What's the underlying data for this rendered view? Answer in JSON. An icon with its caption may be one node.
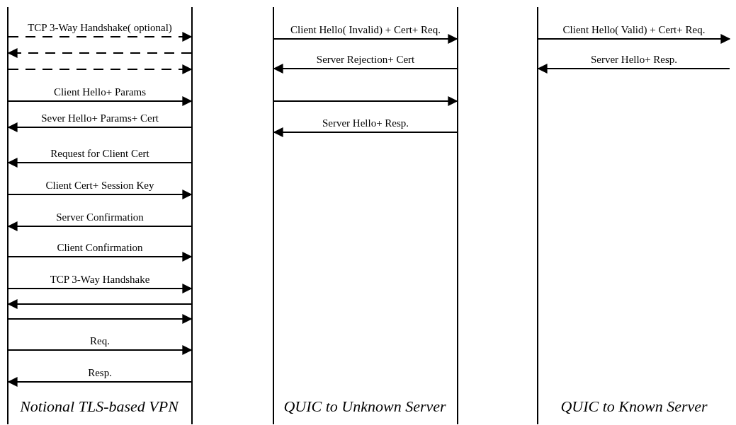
{
  "diagram": {
    "nodes": [
      {
        "text": [],
        "shape": "bar"
      },
      {
        "text": [],
        "shape": "bar"
      },
      {
        "text": [],
        "shape": "bar"
      },
      {
        "text": [],
        "shape": "bar"
      },
      {
        "text": [],
        "shape": "bar"
      }
    ],
    "edges": [
      {
        "from": 0,
        "to": 1,
        "arrow": "to",
        "label": "TCP 3-Way Handshake( optional)",
        "style": "dashed"
      },
      {
        "from": 1,
        "to": 0,
        "arrow": "to",
        "style": "dashed"
      },
      {
        "from": 0,
        "to": 1,
        "arrow": "to",
        "style": "dashed"
      },
      {
        "from": 0,
        "to": 1,
        "arrow": "to",
        "label": "Client Hello+  Params"
      },
      {
        "from": 1,
        "to": 0,
        "arrow": "to",
        "label": "Sever Hello+ Params+  Cert"
      },
      {
        "from": 1,
        "to": 0,
        "arrow": "to",
        "label": "Request for Client Cert"
      },
      {
        "from": 0,
        "to": 1,
        "arrow": "to",
        "label": "Client Cert+   Session Key"
      },
      {
        "from": 1,
        "to": 0,
        "arrow": "to",
        "label": "Server Confirmation"
      },
      {
        "from": 0,
        "to": 1,
        "arrow": "to",
        "label": "Client Confirmation"
      },
      {
        "from": 0,
        "to": 1,
        "arrow": "to",
        "label": "TCP 3-Way Handshake"
      },
      {
        "from": 1,
        "to": 0,
        "arrow": "to"
      },
      {
        "from": 0,
        "to": 1,
        "arrow": "to"
      },
      {
        "from": 0,
        "to": 1,
        "arrow": "to",
        "label": "Req."
      },
      {
        "from": 1,
        "to": 0,
        "arrow": "to",
        "label": "Resp."
      },
      {
        "from": 2,
        "to": 3,
        "arrow": "to",
        "label": "Client Hello( Invalid) + Cert+  Req."
      },
      {
        "from": 3,
        "to": 2,
        "arrow": "to",
        "label": "Server Rejection+  Cert"
      },
      {
        "from": 2,
        "to": 3,
        "arrow": "to"
      },
      {
        "from": 3,
        "to": 2,
        "arrow": "to",
        "label": "Server Hello+  Resp."
      },
      {
        "from": 4,
        "to": null,
        "arrow": "to",
        "label": "Client Hello( Valid) + Cert+  Req."
      },
      {
        "from": null,
        "to": 4,
        "arrow": "to",
        "label": "Server Hello+  Resp."
      }
    ],
    "labels": [
      "Notional TLS-based VPN",
      "QUIC to Unknown Server",
      "QUIC to Known Server"
    ]
  }
}
